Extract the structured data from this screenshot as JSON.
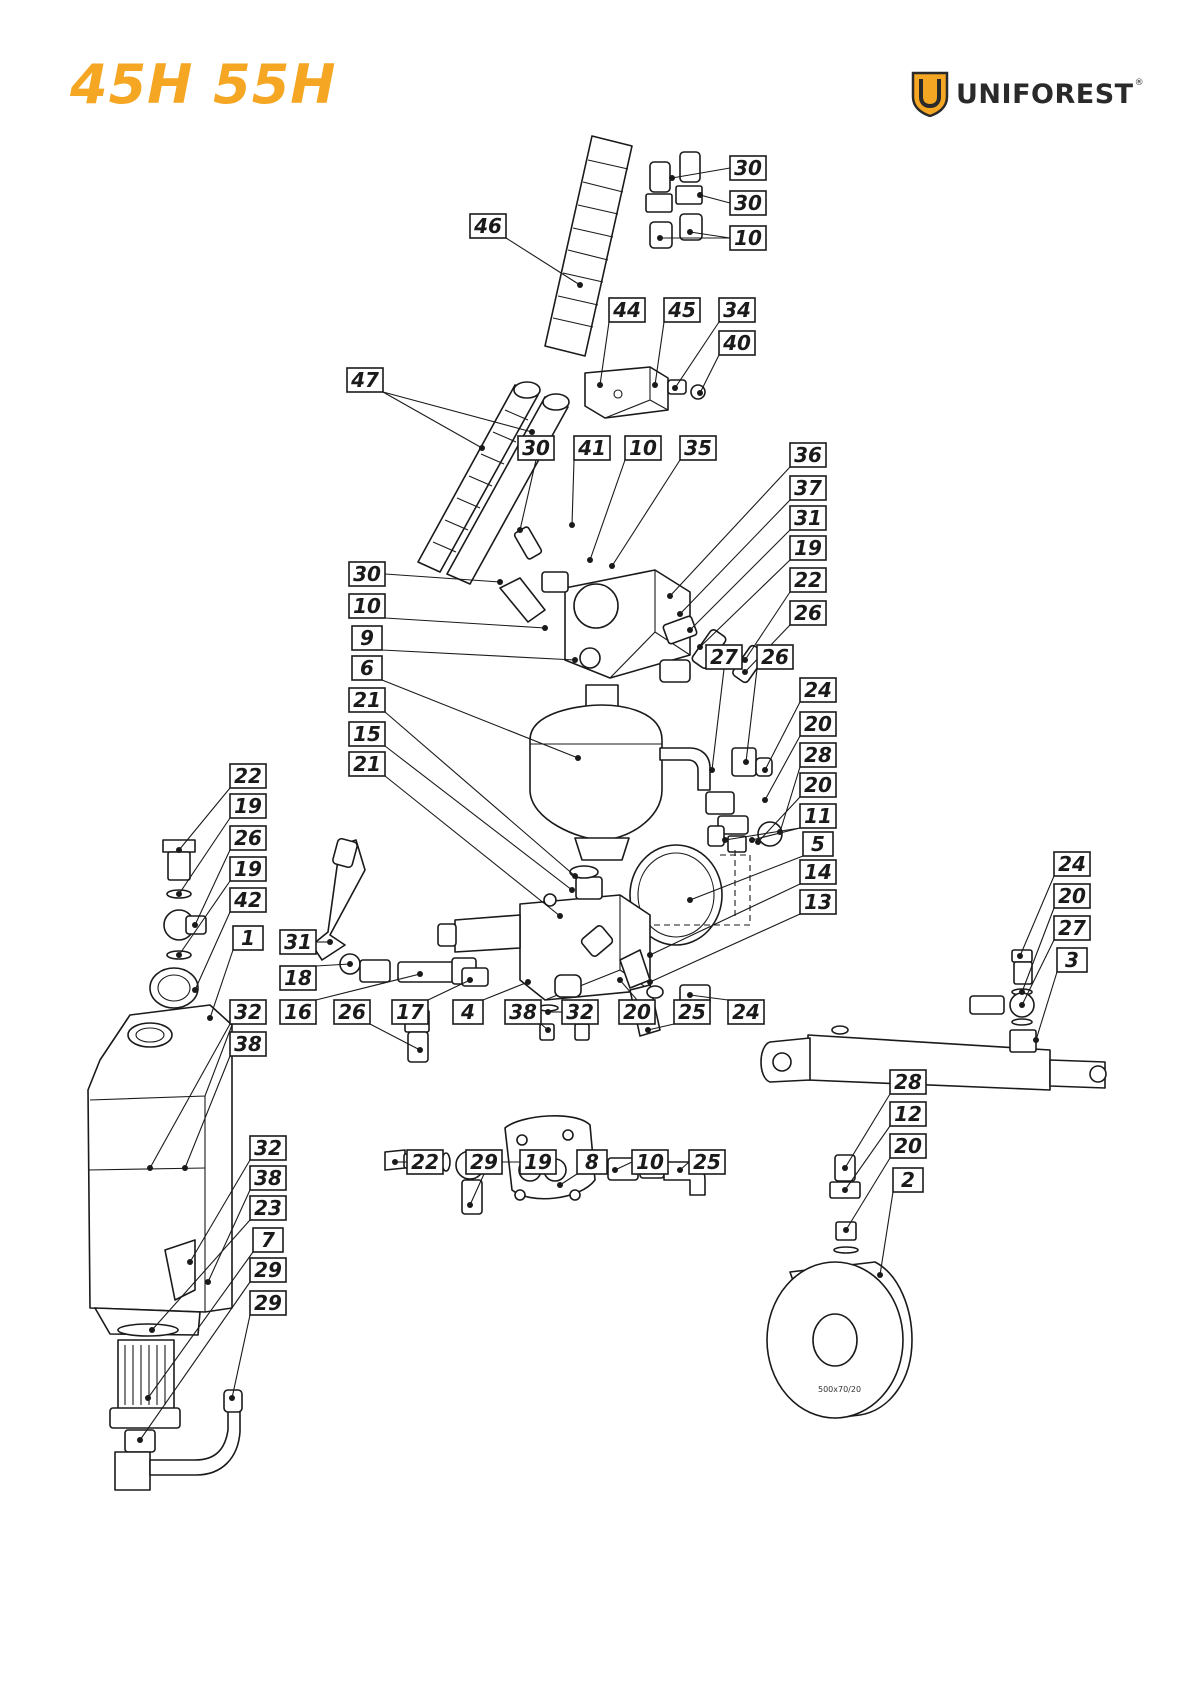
{
  "header": {
    "model_title": "45H 55H",
    "brand": {
      "name": "UNIFOREST",
      "registered_mark": "®",
      "accent_color": "#f5a623"
    }
  },
  "weight_engraving": "500x70/20",
  "callouts": [
    {
      "num": "30"
    },
    {
      "num": "30"
    },
    {
      "num": "10"
    },
    {
      "num": "46"
    },
    {
      "num": "44"
    },
    {
      "num": "45"
    },
    {
      "num": "34"
    },
    {
      "num": "40"
    },
    {
      "num": "47"
    },
    {
      "num": "30"
    },
    {
      "num": "41"
    },
    {
      "num": "10"
    },
    {
      "num": "35"
    },
    {
      "num": "36"
    },
    {
      "num": "37"
    },
    {
      "num": "31"
    },
    {
      "num": "19"
    },
    {
      "num": "22"
    },
    {
      "num": "26"
    },
    {
      "num": "30"
    },
    {
      "num": "10"
    },
    {
      "num": "9"
    },
    {
      "num": "6"
    },
    {
      "num": "27"
    },
    {
      "num": "26"
    },
    {
      "num": "24"
    },
    {
      "num": "20"
    },
    {
      "num": "28"
    },
    {
      "num": "20"
    },
    {
      "num": "11"
    },
    {
      "num": "5"
    },
    {
      "num": "14"
    },
    {
      "num": "13"
    },
    {
      "num": "21"
    },
    {
      "num": "15"
    },
    {
      "num": "21"
    },
    {
      "num": "22"
    },
    {
      "num": "19"
    },
    {
      "num": "26"
    },
    {
      "num": "19"
    },
    {
      "num": "42"
    },
    {
      "num": "1"
    },
    {
      "num": "31"
    },
    {
      "num": "18"
    },
    {
      "num": "16"
    },
    {
      "num": "26"
    },
    {
      "num": "17"
    },
    {
      "num": "4"
    },
    {
      "num": "38"
    },
    {
      "num": "32"
    },
    {
      "num": "20"
    },
    {
      "num": "25"
    },
    {
      "num": "24"
    },
    {
      "num": "24"
    },
    {
      "num": "20"
    },
    {
      "num": "27"
    },
    {
      "num": "3"
    },
    {
      "num": "32"
    },
    {
      "num": "38"
    },
    {
      "num": "22"
    },
    {
      "num": "29"
    },
    {
      "num": "19"
    },
    {
      "num": "8"
    },
    {
      "num": "10"
    },
    {
      "num": "25"
    },
    {
      "num": "28"
    },
    {
      "num": "12"
    },
    {
      "num": "20"
    },
    {
      "num": "2"
    },
    {
      "num": "32"
    },
    {
      "num": "38"
    },
    {
      "num": "23"
    },
    {
      "num": "7"
    },
    {
      "num": "29"
    },
    {
      "num": "29"
    }
  ]
}
